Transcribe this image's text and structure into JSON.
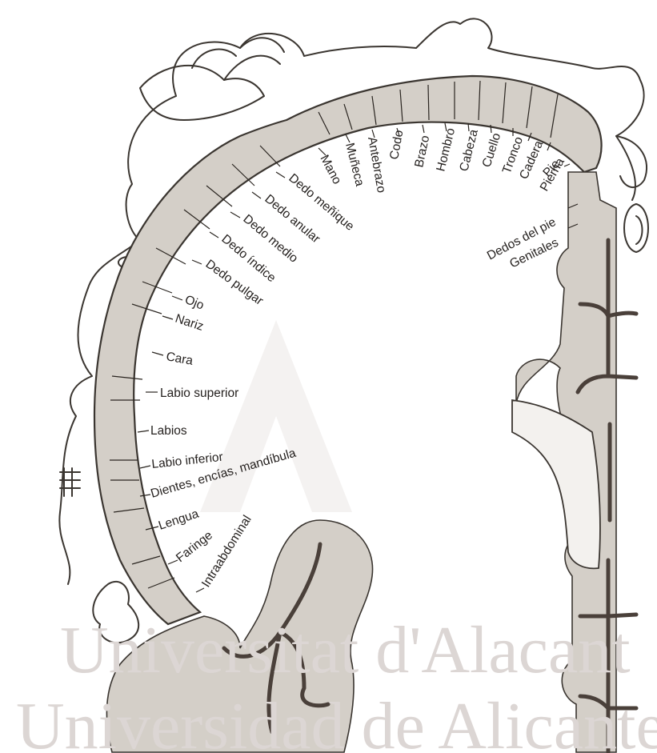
{
  "labels": [
    {
      "id": "mano",
      "text": "Mano"
    },
    {
      "id": "muneca",
      "text": "Muñeca"
    },
    {
      "id": "antebrazo",
      "text": "Antebrazo"
    },
    {
      "id": "codo",
      "text": "Codo"
    },
    {
      "id": "brazo",
      "text": "Brazo"
    },
    {
      "id": "hombro",
      "text": "Hombro"
    },
    {
      "id": "cabeza",
      "text": "Cabeza"
    },
    {
      "id": "cuello",
      "text": "Cuello"
    },
    {
      "id": "tronco",
      "text": "Tronco"
    },
    {
      "id": "cadera",
      "text": "Cadera"
    },
    {
      "id": "pierna",
      "text": "Pierna"
    },
    {
      "id": "pie",
      "text": "Pie"
    },
    {
      "id": "dedos_pie",
      "text": "Dedos del pie"
    },
    {
      "id": "genitales",
      "text": "Genitales"
    },
    {
      "id": "menique",
      "text": "Dedo meñique"
    },
    {
      "id": "anular",
      "text": "Dedo anular"
    },
    {
      "id": "medio",
      "text": "Dedo medio"
    },
    {
      "id": "indice",
      "text": "Dedo índice"
    },
    {
      "id": "pulgar",
      "text": "Dedo pulgar"
    },
    {
      "id": "ojo",
      "text": "Ojo"
    },
    {
      "id": "nariz",
      "text": "Nariz"
    },
    {
      "id": "cara",
      "text": "Cara"
    },
    {
      "id": "labio_sup",
      "text": "Labio superior"
    },
    {
      "id": "labios",
      "text": "Labios"
    },
    {
      "id": "labio_inf",
      "text": "Labio inferior"
    },
    {
      "id": "dientes",
      "text": "Dientes, encías, mandíbula"
    },
    {
      "id": "lengua",
      "text": "Lengua"
    },
    {
      "id": "faringe",
      "text": "Faringe"
    },
    {
      "id": "intraabdominal",
      "text": "Intraabdominal"
    }
  ],
  "watermark": {
    "line1": "Universitat d'Alacant",
    "line2": "Universidad de Alicante"
  }
}
